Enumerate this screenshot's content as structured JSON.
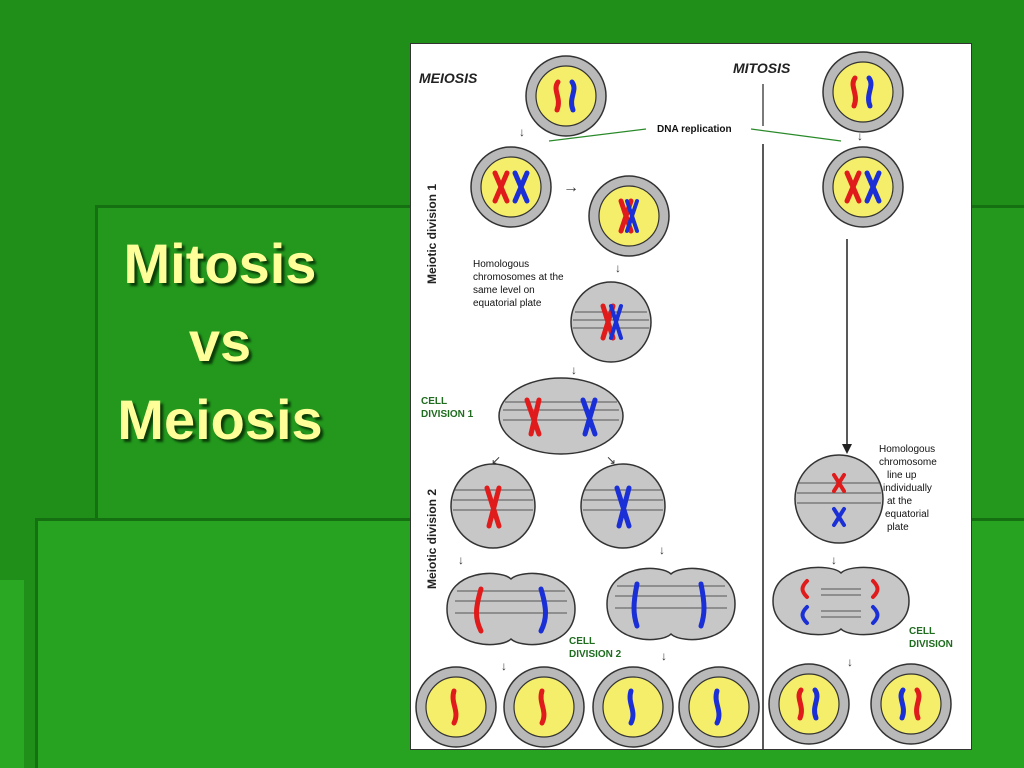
{
  "slide": {
    "title_line1": "Mitosis",
    "title_line2": "vs",
    "title_line3": "Meiosis"
  },
  "diagram": {
    "meiosis_header": "MEIOSIS",
    "mitosis_header": "MITOSIS",
    "dna_replication": "DNA replication",
    "meiotic_division_1": "Meiotic division 1",
    "meiotic_division_2": "Meiotic division 2",
    "homologous_note_meiosis": [
      "Homologous",
      "chromosomes at the",
      "same level on",
      "equatorial plate"
    ],
    "cell_division_1": [
      "CELL",
      "DIVISION 1"
    ],
    "cell_division_2": [
      "CELL",
      "DIVISION 2"
    ],
    "homologous_note_mitosis": [
      "Homologous",
      "chromosome",
      "line up",
      "individually",
      "at the",
      "equatorial",
      "plate"
    ],
    "cell_division": [
      "CELL",
      "DIVISION"
    ]
  },
  "colors": {
    "background": "#1f8f1a",
    "title_text": "#ffff99",
    "cell_fill": "#f5ee6a",
    "cell_ring": "#b9b9b9",
    "chrom_red": "#e01b1b",
    "chrom_blue": "#1a2fd6",
    "label_green": "#1f6b1f"
  }
}
